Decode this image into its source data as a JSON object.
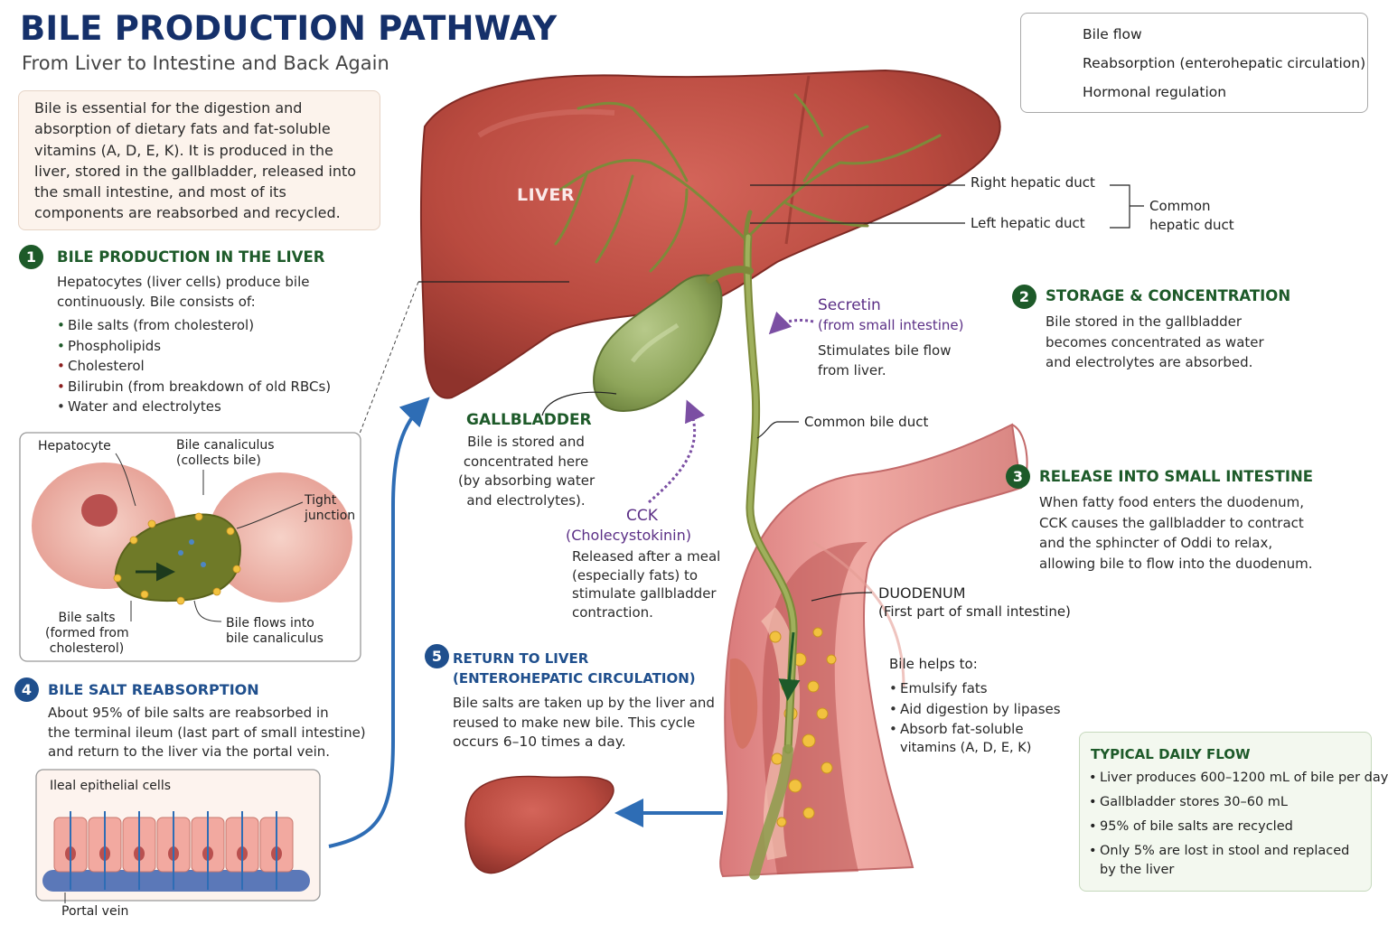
{
  "header": {
    "title": "BILE PRODUCTION PATHWAY",
    "subtitle": "From Liver to Intestine and Back Again"
  },
  "intro": {
    "lines": [
      "Bile is essential for the digestion and",
      "absorption of dietary fats and fat-soluble",
      "vitamins (A, D, E, K). It is produced in the",
      "liver, stored in the gallbladder, released into",
      "the small intestine, and most of its",
      "components are reabsorbed and recycled."
    ]
  },
  "legend": {
    "items": [
      {
        "label": "Bile flow",
        "color": "#1d5a29",
        "style": "solid"
      },
      {
        "label": "Reabsorption (enterohepatic circulation)",
        "color": "#2e6db5",
        "style": "solid"
      },
      {
        "label": "Hormonal regulation",
        "color": "#7b4fa3",
        "style": "dotted"
      }
    ]
  },
  "steps": {
    "s1": {
      "number": "1",
      "heading": "BILE PRODUCTION IN THE LIVER",
      "lines": [
        "Hepatocytes (liver cells) produce bile",
        "continuously. Bile consists of:"
      ],
      "bullets": [
        "Bile salts (from cholesterol)",
        "Phospholipids",
        "Cholesterol",
        "Bilirubin (from breakdown of old RBCs)",
        "Water and electrolytes"
      ]
    },
    "s2": {
      "number": "2",
      "heading": "STORAGE & CONCENTRATION",
      "lines": [
        "Bile stored in the gallbladder",
        "becomes concentrated as water",
        "and electrolytes are absorbed."
      ]
    },
    "s3": {
      "number": "3",
      "heading": "RELEASE INTO SMALL INTESTINE",
      "lines": [
        "When fatty food enters the duodenum,",
        "CCK causes the gallbladder to contract",
        "and the sphincter of Oddi to relax,",
        "allowing bile to flow into the duodenum."
      ]
    },
    "s4": {
      "number": "4",
      "heading": "BILE SALT REABSORPTION",
      "lines": [
        "About 95% of bile salts are reabsorbed in",
        "the terminal ileum (last part of small intestine)",
        "and return to the liver via the portal vein."
      ]
    },
    "s5": {
      "number": "5",
      "heading_1": "RETURN TO LIVER",
      "heading_2": "(ENTEROHEPATIC CIRCULATION)",
      "lines": [
        "Bile salts are taken up by the liver and",
        "reused to make new bile. This cycle",
        "occurs 6–10 times a day."
      ]
    }
  },
  "hepatocyte_inset": {
    "hepatocyte": "Hepatocyte",
    "canaliculus_1": "Bile canaliculus",
    "canaliculus_2": "(collects bile)",
    "tight_1": "Tight",
    "tight_2": "junction",
    "salts_1": "Bile salts",
    "salts_2": "(formed from",
    "salts_3": "cholesterol)",
    "flows_1": "Bile flows into",
    "flows_2": "bile canaliculus"
  },
  "ileal_inset": {
    "cells": "Ileal epithelial cells",
    "vein": "Portal vein"
  },
  "anatomy": {
    "liver": "LIVER",
    "right_duct": "Right hepatic duct",
    "left_duct": "Left hepatic duct",
    "common_hepatic_1": "Common",
    "common_hepatic_2": "hepatic duct",
    "common_bile": "Common bile duct",
    "gallbladder": {
      "title": "GALLBLADDER",
      "lines": [
        "Bile is stored and",
        "concentrated here",
        "(by absorbing water",
        "and electrolytes)."
      ]
    },
    "duodenum": {
      "title": "DUODENUM",
      "sub": "(First part of small intestine)"
    },
    "bile_helps": {
      "title": "Bile helps to:",
      "bullets": [
        "Emulsify fats",
        "Aid digestion by lipases",
        "Absorb fat-soluble"
      ],
      "cont": "vitamins (A, D, E, K)"
    }
  },
  "hormones": {
    "secretin": {
      "title": "Secretin",
      "sub": "(from small intestine)",
      "lines": [
        "Stimulates bile flow",
        "from liver."
      ]
    },
    "cck": {
      "title": "CCK",
      "sub": "(Cholecystokinin)",
      "lines": [
        "Released after a meal",
        "(especially fats) to",
        "stimulate gallbladder",
        "contraction."
      ]
    }
  },
  "daily_flow": {
    "title": "TYPICAL DAILY FLOW",
    "items": [
      "Liver produces 600–1200 mL of bile per day",
      "Gallbladder stores 30–60 mL",
      "95% of bile salts are recycled",
      "Only 5% are lost in stool and replaced by the liver"
    ]
  }
}
